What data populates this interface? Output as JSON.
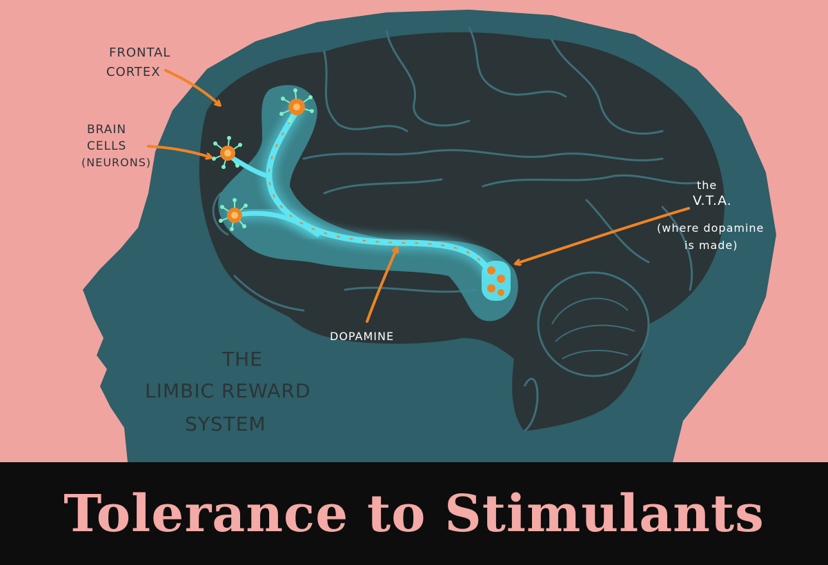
{
  "labels": {
    "frontal_cortex_line1": "FRONTAL",
    "frontal_cortex_line2": "CORTEX",
    "brain_cells_line1": "BRAIN",
    "brain_cells_line2": "CELLS",
    "brain_cells_line3": "(NEURONS)",
    "vta_line1": "the",
    "vta_line2": "V.T.A.",
    "vta_line3": "(where dopamine",
    "vta_line4": "is made)",
    "dopamine": "DOPAMINE",
    "system_line1": "THE",
    "system_line2": "LIMBIC REWARD",
    "system_line3": "SYSTEM"
  },
  "title": "Tolerance to Stimulants",
  "colors": {
    "background": "#f0a4a0",
    "head": "#2f5f68",
    "brain": "#2b3437",
    "pathway": "#5fe4f2",
    "arrow": "#ef8424",
    "title_bar": "#0d0d0d",
    "title_text": "#f4aaa6"
  }
}
